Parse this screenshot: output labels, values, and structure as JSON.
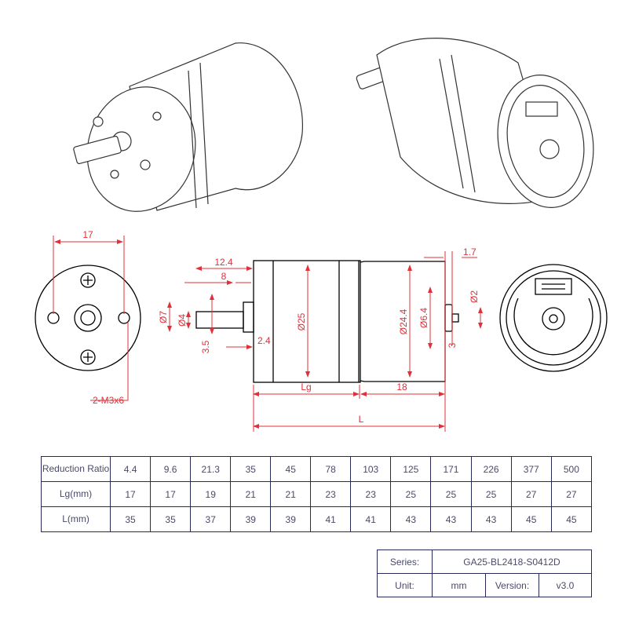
{
  "drawing": {
    "front_view": {
      "width_dim": "17",
      "hole_label": "2-M3x6"
    },
    "side_view": {
      "d1": "12.4",
      "d2": "8",
      "d3": "Ø7",
      "d4": "Ø4",
      "d5": "3.5",
      "d6": "2.4",
      "d7": "Ø25",
      "d8": "Ø24.4",
      "d9": "Ø6.4",
      "d10": "1.7",
      "d11": "Ø2",
      "d12": "3",
      "lg": "Lg",
      "motor_len": "18",
      "total": "L"
    },
    "colors": {
      "dimension": "#e0303a",
      "line": "#000000",
      "table_border": "#2a2a5a"
    }
  },
  "ratio_table": {
    "headers": [
      "Reduction Ratio",
      "Lg(mm)",
      "L(mm)"
    ],
    "ratio": [
      "4.4",
      "9.6",
      "21.3",
      "35",
      "45",
      "78",
      "103",
      "125",
      "171",
      "226",
      "377",
      "500"
    ],
    "lg": [
      "17",
      "17",
      "19",
      "21",
      "21",
      "23",
      "23",
      "25",
      "25",
      "25",
      "27",
      "27"
    ],
    "l": [
      "35",
      "35",
      "37",
      "39",
      "39",
      "41",
      "41",
      "43",
      "43",
      "43",
      "45",
      "45"
    ]
  },
  "series_table": {
    "series_label": "Series:",
    "series_value": "GA25-BL2418-S0412D",
    "unit_label": "Unit:",
    "unit_value": "mm",
    "version_label": "Version:",
    "version_value": "v3.0"
  }
}
